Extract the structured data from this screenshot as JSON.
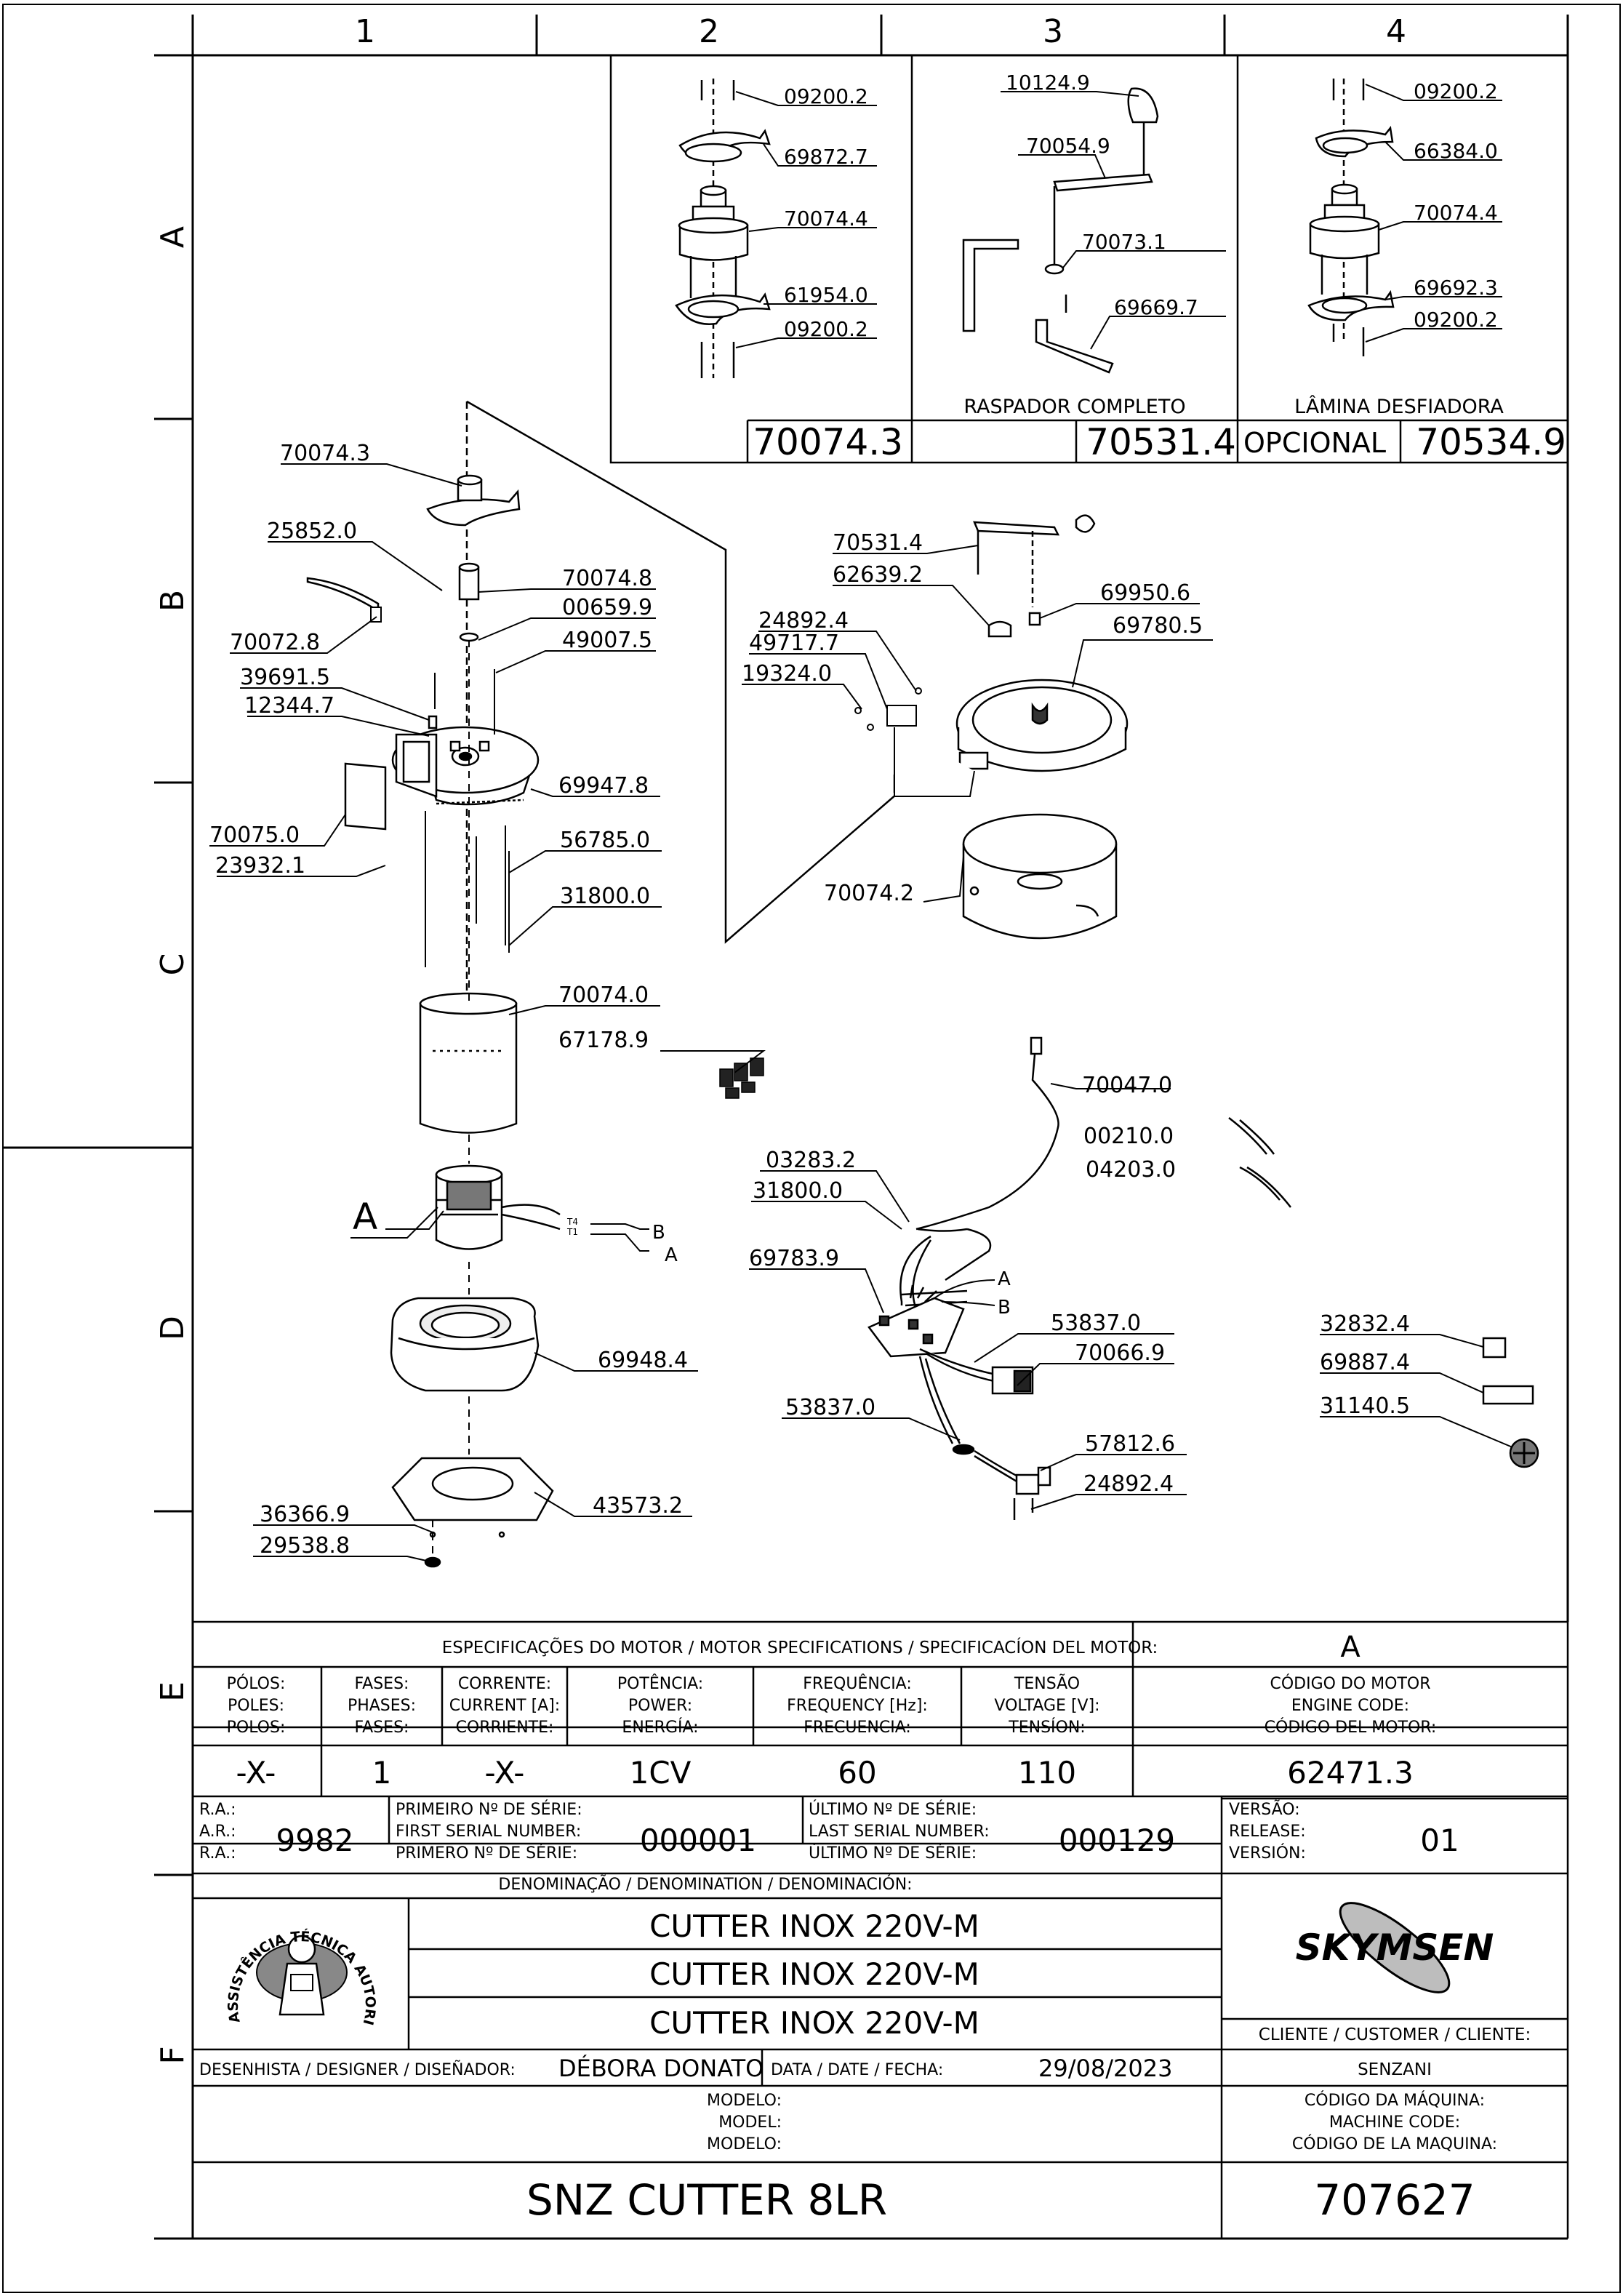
{
  "grid": {
    "cols": [
      "1",
      "2",
      "3",
      "4"
    ],
    "rows": [
      "A",
      "B",
      "C",
      "D",
      "E",
      "F"
    ]
  },
  "kits": {
    "kit1": {
      "parts": [
        "09200.2",
        "69872.7",
        "70074.4",
        "61954.0",
        "09200.2"
      ],
      "code": "70074.3"
    },
    "kit2": {
      "parts": [
        "10124.9",
        "70054.9",
        "70073.1",
        "69669.7"
      ],
      "caption": "RASPADOR  COMPLETO",
      "code": "70531.4"
    },
    "kit3": {
      "parts": [
        "09200.2",
        "66384.0",
        "70074.4",
        "69692.3",
        "09200.2"
      ],
      "caption": "LÂMINA   DESFIADORA",
      "option_label": "OPCIONAL",
      "code": "70534.9"
    }
  },
  "parts": [
    "70074.3",
    "25852.0",
    "70074.8",
    "00659.9",
    "49007.5",
    "70072.8",
    "39691.5",
    "12344.7",
    "69947.8",
    "70075.0",
    "23932.1",
    "56785.0",
    "31800.0",
    "70074.0",
    "67178.9",
    "69948.4",
    "36366.9",
    "29538.8",
    "43573.2",
    "70531.4",
    "62639.2",
    "69950.6",
    "69780.5",
    "24892.4",
    "49717.7",
    "19324.0",
    "70074.2",
    "70047.0",
    "00210.0",
    "04203.0",
    "03283.2",
    "31800.0",
    "69783.9",
    "53837.0",
    "70066.9",
    "53837.0",
    "57812.6",
    "24892.4",
    "32832.4",
    "69887.4",
    "31140.5"
  ],
  "motor_callout": "A",
  "wire_labels": {
    "t4": "T4",
    "t1": "T1",
    "a": "A",
    "b": "B",
    "board_a": "A",
    "board_b": "B"
  },
  "motor_spec": {
    "title": "ESPECIFICAÇÕES DO MOTOR / MOTOR SPECIFICATIONS / SPECIFICACÍON DEL MOTOR:",
    "motor_letter": "A",
    "poles": {
      "l1": "PÓLOS:",
      "l2": "POLES:",
      "l3": "POLOS:",
      "value": "-X-"
    },
    "phases": {
      "l1": "FASES:",
      "l2": "PHASES:",
      "l3": "FASES:",
      "value": "1"
    },
    "current": {
      "l1": "CORRENTE:",
      "l2": "CURRENT [A]:",
      "l3": "CORRIENTE:",
      "value": "-X-"
    },
    "power": {
      "l1": "POTÊNCIA:",
      "l2": "POWER:",
      "l3": "ENERGÍA:",
      "value": "1CV"
    },
    "frequency": {
      "l1": "FREQUÊNCIA:",
      "l2": "FREQUENCY [Hz]:",
      "l3": "FRECUENCIA:",
      "value": "60"
    },
    "voltage": {
      "l1": "TENSÃO",
      "l2": "VOLTAGE [V]:",
      "l3": "TENSÍON:",
      "value": "110"
    },
    "engine_code": {
      "l1": "CÓDIGO DO MOTOR",
      "l2": "ENGINE CODE:",
      "l3": "CÓDIGO DEL MOTOR:",
      "value": "62471.3"
    }
  },
  "serials": {
    "ra": {
      "l1": "R.A.:",
      "l2": "A.R.:",
      "l3": "R.A.:",
      "value": "9982"
    },
    "first": {
      "l1": "PRIMEIRO Nº DE SÉRIE:",
      "l2": "FIRST SERIAL NUMBER:",
      "l3": "PRIMERO Nº DE SÉRIE:",
      "value": "000001"
    },
    "last": {
      "l1": "ÚLTIMO Nº DE SÉRIE:",
      "l2": "LAST SERIAL NUMBER:",
      "l3": "ÚLTIMO Nº DE SÉRIE:",
      "value": "000129"
    },
    "release": {
      "l1": "VERSÃO:",
      "l2": "RELEASE:",
      "l3": "VERSIÓN:",
      "value": "01"
    }
  },
  "denomination": {
    "title": "DENOMINAÇÃO / DENOMINATION / DENOMINACIÓN:",
    "lines": [
      "CUTTER INOX 220V-M",
      "CUTTER INOX 220V-M",
      "CUTTER INOX 220V-M"
    ]
  },
  "seal_text": "ASSISTÊNCIA TÉCNICA AUTORIZADA",
  "brand": "SKYMSEN",
  "customer": {
    "label": "CLIENTE / CUSTOMER / CLIENTE:",
    "value": "SENZANI"
  },
  "designer": {
    "label": "DESENHISTA / DESIGNER / DISEÑADOR:",
    "value": "DÉBORA DONATO"
  },
  "date": {
    "label": "DATA / DATE / FECHA:",
    "value": "29/08/2023"
  },
  "model": {
    "l1": "MODELO:",
    "l2": "MODEL:",
    "l3": "MODELO:",
    "value": "SNZ CUTTER 8LR"
  },
  "machine_code": {
    "l1": "CÓDIGO DA MÁQUINA:",
    "l2": "MACHINE CODE:",
    "l3": "CÓDIGO DE LA MAQUINA:",
    "value": "707627"
  },
  "colors": {
    "ink": "#000000",
    "paper": "#ffffff",
    "shade": "#d9d9d9",
    "dark": "#333333"
  }
}
